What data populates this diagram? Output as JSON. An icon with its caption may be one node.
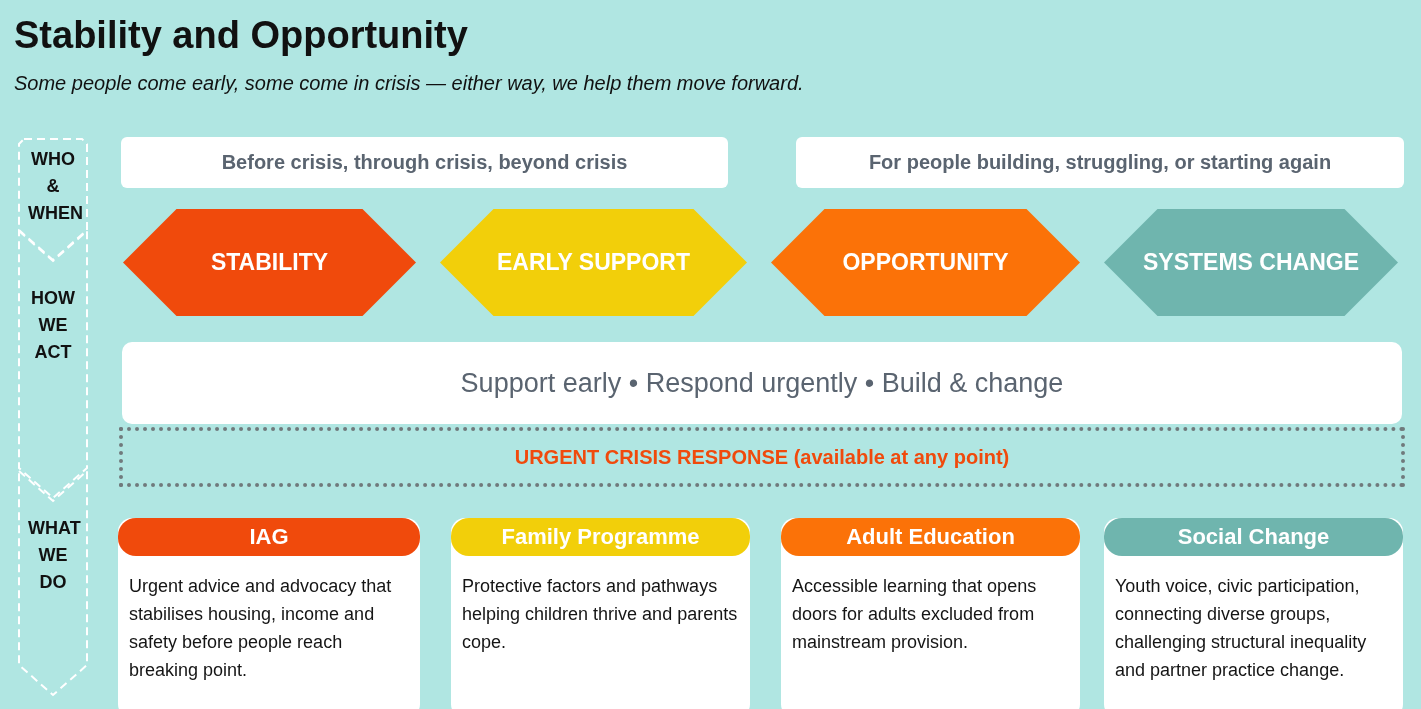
{
  "diagram": {
    "title": "Stability and Opportunity",
    "caption": "Some people come early, some come in crisis — either way, we help them move forward.",
    "nodes": [
      {
        "text": [
          "WHO & WHEN"
        ]
      },
      {
        "text": [
          "Before crisis, through crisis, beyond crisis"
        ]
      },
      {
        "text": [
          "For people building, struggling, or starting again"
        ]
      },
      {
        "text": [
          "HOW WE ACT"
        ]
      },
      {
        "text": [
          "STABILITY"
        ]
      },
      {
        "text": [
          "EARLY SUPPORT"
        ]
      },
      {
        "text": [
          "OPPORTUNITY"
        ]
      },
      {
        "text": [
          "SYSTEMS CHANGE"
        ]
      },
      {
        "text": [
          "Support early • Respond urgently • Build & change"
        ]
      },
      {
        "text": [
          "URGENT CRISIS RESPONSE (available at any point)"
        ]
      },
      {
        "text": [
          "WHAT WE DO"
        ]
      },
      {
        "text": [
          "IAG",
          "Urgent advice and advocacy that stabilises housing, income and safety before people reach breaking point."
        ]
      },
      {
        "text": [
          "Family Programme",
          "Protective factors and pathways helping children thrive and parents cope."
        ]
      },
      {
        "text": [
          "Adult Education",
          "Accessible learning that opens doors for adults excluded from mainstream provision."
        ]
      },
      {
        "text": [
          "Social Change",
          "Youth voice, civic participation, connecting diverse groups, challenging structural inequality and partner practice change."
        ]
      }
    ]
  }
}
